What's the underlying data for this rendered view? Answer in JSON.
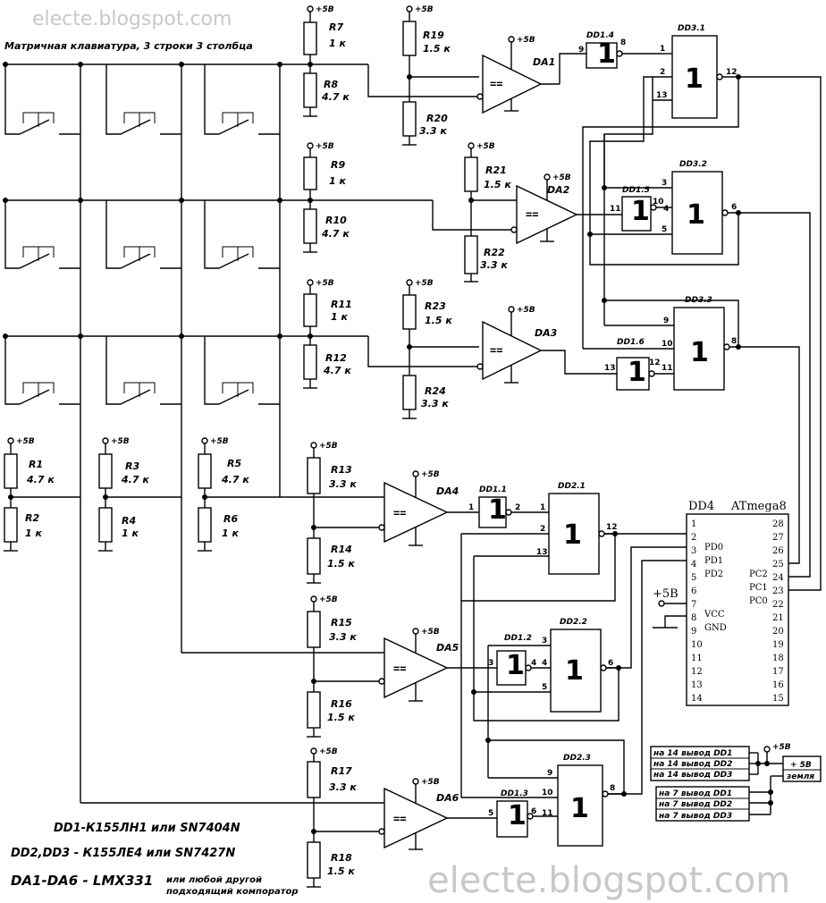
{
  "watermark_top": "electe.blogspot.com",
  "watermark_bottom": "electe.blogspot.com",
  "keyboard_title": "Матричная клавиатура, 3 строки 3 столбца",
  "supply": "+5B",
  "resistors": {
    "R1": {
      "name": "R1",
      "value": "4.7 к"
    },
    "R2": {
      "name": "R2",
      "value": "1 к"
    },
    "R3": {
      "name": "R3",
      "value": "4.7 к"
    },
    "R4": {
      "name": "R4",
      "value": "1 к"
    },
    "R5": {
      "name": "R5",
      "value": "4.7 к"
    },
    "R6": {
      "name": "R6",
      "value": "1 к"
    },
    "R7": {
      "name": "R7",
      "value": "1 к"
    },
    "R8": {
      "name": "R8",
      "value": "4.7 к"
    },
    "R9": {
      "name": "R9",
      "value": "1 к"
    },
    "R10": {
      "name": "R10",
      "value": "4.7 к"
    },
    "R11": {
      "name": "R11",
      "value": "1 к"
    },
    "R12": {
      "name": "R12",
      "value": "4.7 к"
    },
    "R13": {
      "name": "R13",
      "value": "3.3 к"
    },
    "R14": {
      "name": "R14",
      "value": "1.5 к"
    },
    "R15": {
      "name": "R15",
      "value": "3.3 к"
    },
    "R16": {
      "name": "R16",
      "value": "1.5 к"
    },
    "R17": {
      "name": "R17",
      "value": "3.3 к"
    },
    "R18": {
      "name": "R18",
      "value": "1.5 к"
    },
    "R19": {
      "name": "R19",
      "value": "1.5 к"
    },
    "R20": {
      "name": "R20",
      "value": "3.3 к"
    },
    "R21": {
      "name": "R21",
      "value": "1.5 к"
    },
    "R22": {
      "name": "R22",
      "value": "3.3 к"
    },
    "R23": {
      "name": "R23",
      "value": "1.5 к"
    },
    "R24": {
      "name": "R24",
      "value": "3.3 к"
    }
  },
  "comparators": {
    "DA1": "DA1",
    "DA2": "DA2",
    "DA3": "DA3",
    "DA4": "DA4",
    "DA5": "DA5",
    "DA6": "DA6",
    "symbol": "=="
  },
  "inverters": {
    "DD1_1": {
      "name": "DD1.1",
      "in": "1",
      "out": "2"
    },
    "DD1_2": {
      "name": "DD1.2",
      "in": "3",
      "out": "4"
    },
    "DD1_3": {
      "name": "DD1.3",
      "in": "5",
      "out": "6"
    },
    "DD1_4": {
      "name": "DD1.4",
      "in": "9",
      "out": "8"
    },
    "DD1_5": {
      "name": "DD1.5",
      "in": "11",
      "out": "10"
    },
    "DD1_6": {
      "name": "DD1.6",
      "in": "13",
      "out": "12"
    },
    "symbol": "1"
  },
  "nor_gates": {
    "DD2_1": {
      "name": "DD2.1",
      "pins": [
        "1",
        "2",
        "13"
      ],
      "out": "12"
    },
    "DD2_2": {
      "name": "DD2.2",
      "pins": [
        "3",
        "4",
        "5"
      ],
      "out": "6"
    },
    "DD2_3": {
      "name": "DD2.3",
      "pins": [
        "9",
        "10",
        "11"
      ],
      "out": "8"
    },
    "DD3_1": {
      "name": "DD3.1",
      "pins": [
        "1",
        "2",
        "13"
      ],
      "out": "12"
    },
    "DD3_2": {
      "name": "DD3.2",
      "pins": [
        "3",
        "4",
        "5"
      ],
      "out": "6"
    },
    "DD3_3": {
      "name": "DD3.3",
      "pins": [
        "9",
        "10",
        "11"
      ],
      "out": "8"
    },
    "symbol": "1"
  },
  "mcu": {
    "ref": "DD4",
    "name": "ATmega8",
    "left_pins": [
      "1",
      "2",
      "3",
      "4",
      "5",
      "6",
      "7",
      "8",
      "9",
      "10",
      "11",
      "12",
      "13",
      "14"
    ],
    "right_pins": [
      "28",
      "27",
      "26",
      "25",
      "24",
      "23",
      "22",
      "21",
      "20",
      "19",
      "18",
      "17",
      "16",
      "15"
    ],
    "pd0": "PD0",
    "pd1": "PD1",
    "pd2": "PD2",
    "vcc": "VCC",
    "gnd": "GND",
    "pc2": "PC2",
    "pc1": "PC1",
    "pc0": "PC0",
    "supply": "+5B"
  },
  "power_table": {
    "vcc_rows": [
      "на 14 вывод DD1",
      "на 14 вывод DD2",
      "на 14 вывод DD3"
    ],
    "gnd_rows": [
      "на 7 вывод DD1",
      "на 7 вывод DD2",
      "на 7 вывод DD3"
    ],
    "supply": "+5B",
    "box_plus": "+ 5В",
    "box_ground": "земля"
  },
  "notes": {
    "line1": "DD1-К155ЛН1 или SN7404N",
    "line2": "DD2,DD3 - К155ЛЕ4 или SN7427N",
    "line3a": "DA1-DA6 - LMX331",
    "line3b": "или любой другой",
    "line3c": "подходящий компоратор"
  }
}
